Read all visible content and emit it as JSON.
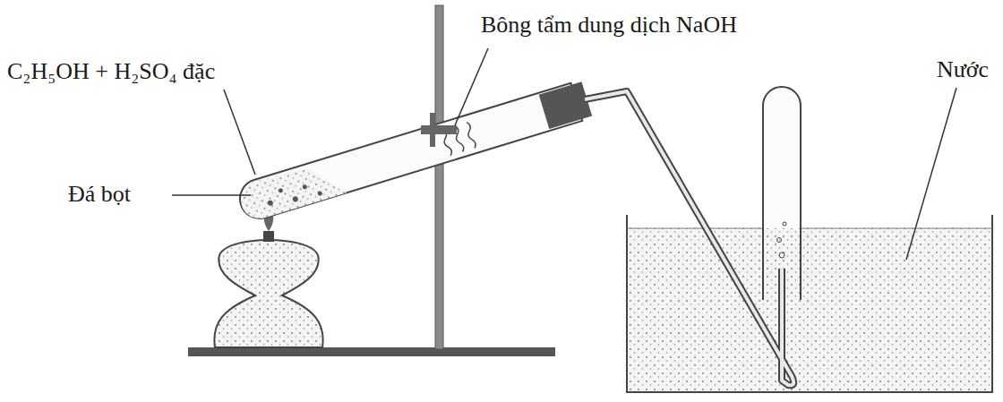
{
  "diagram": {
    "labels": [
      "Bông tẩm dung dịch NaOH",
      "C₂H₅OH + H₂SO₄ đặc",
      "Đá bọt",
      "Nước"
    ]
  }
}
